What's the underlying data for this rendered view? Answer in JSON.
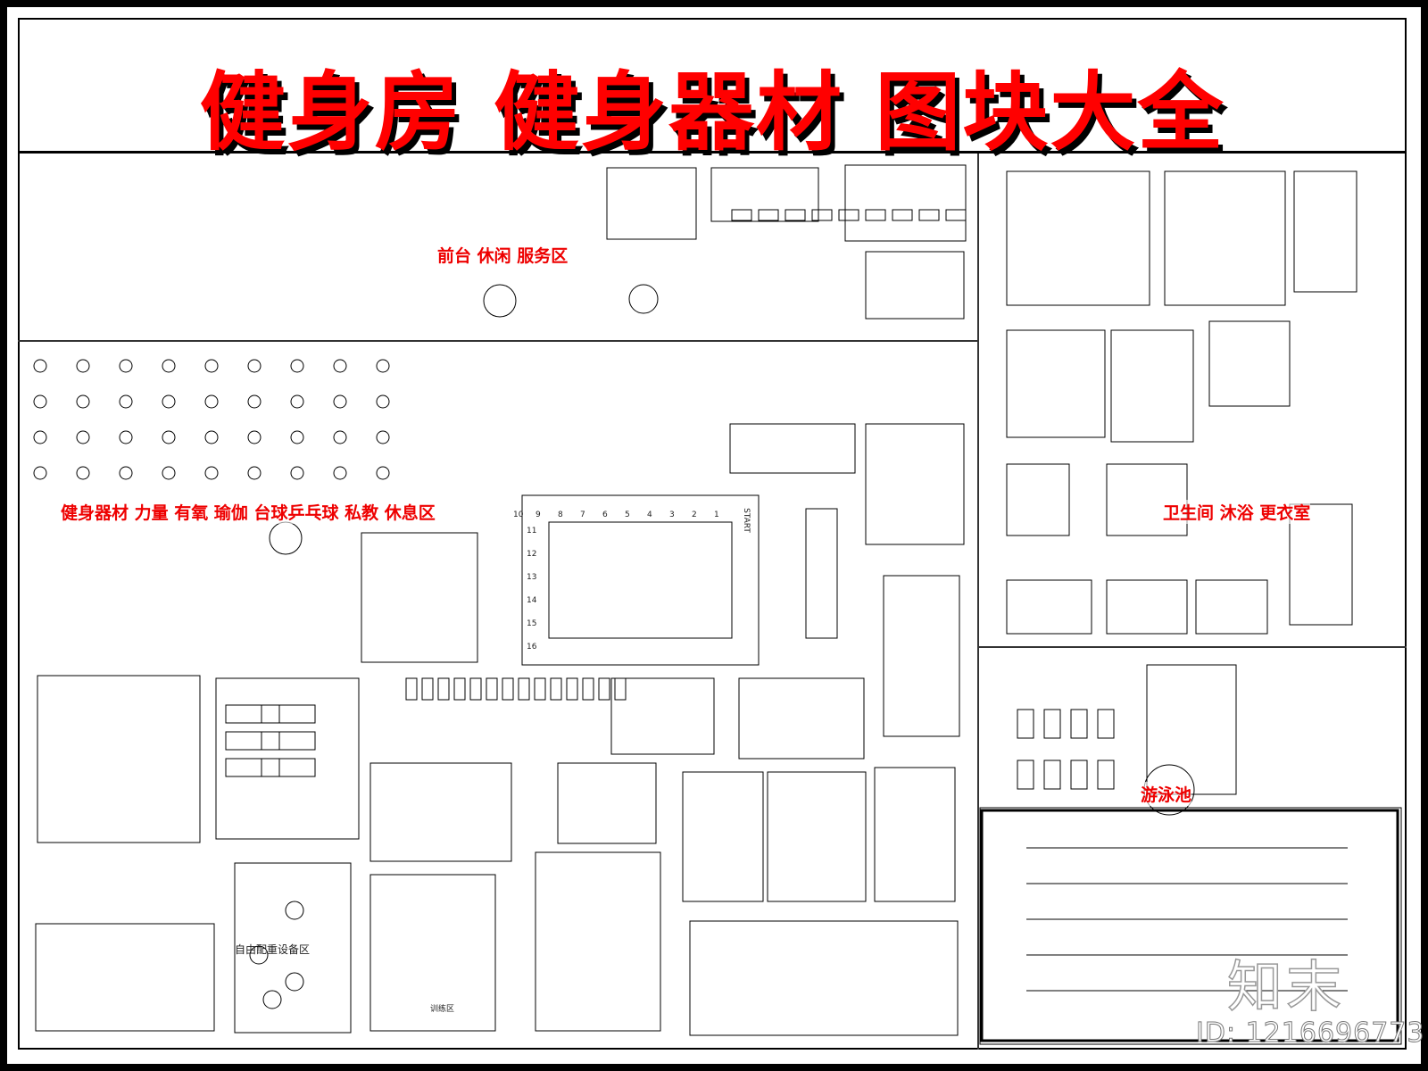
{
  "title": "健身房 健身器材 图块大全",
  "sections": {
    "reception": "前台 休闲 服务区",
    "equipment": "健身器材 力量 有氧 瑜伽 台球乒乓球 私教 休息区",
    "restroom": "卫生间 沐浴 更衣室",
    "pool": "游泳池"
  },
  "area_labels": {
    "free_weights": "自由配重设备区",
    "training": "训练区",
    "track_start": "START"
  },
  "track_numbers": [
    "1",
    "2",
    "3",
    "4",
    "5",
    "6",
    "7",
    "8",
    "9",
    "10",
    "11",
    "12",
    "13",
    "14",
    "15",
    "16"
  ],
  "watermark": "知末",
  "image_id": "ID: 1216696773",
  "colors": {
    "title": "#ff0000",
    "title_shadow": "#000000",
    "section_label": "#e00000",
    "lines": "#000000"
  }
}
